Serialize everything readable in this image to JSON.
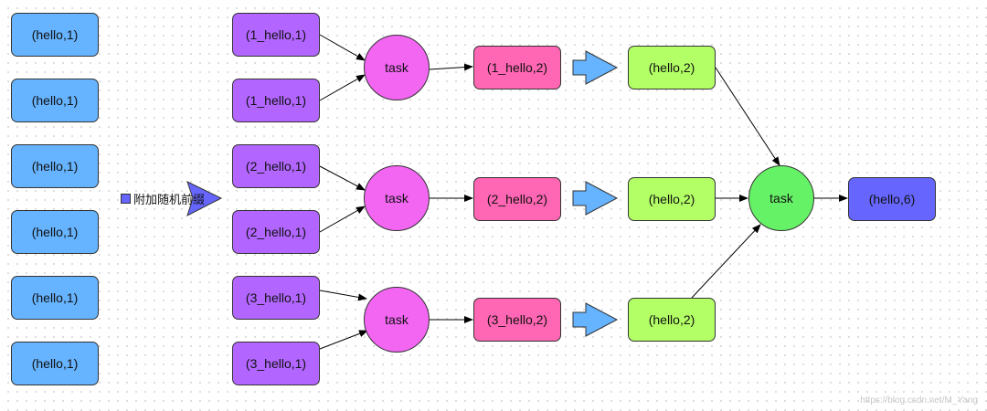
{
  "sources": [
    "(hello,1)",
    "(hello,1)",
    "(hello,1)",
    "(hello,1)",
    "(hello,1)",
    "(hello,1)"
  ],
  "prefix_label": "附加随机前缀",
  "prefixed": [
    "(1_hello,1)",
    "(1_hello,1)",
    "(2_hello,1)",
    "(2_hello,1)",
    "(3_hello,1)",
    "(3_hello,1)"
  ],
  "task_label": "task",
  "partial_results": [
    "(1_hello,2)",
    "(2_hello,2)",
    "(3_hello,2)"
  ],
  "group_results": [
    "(hello,2)",
    "(hello,2)",
    "(hello,2)"
  ],
  "final_task_label": "task",
  "final_result": "(hello,6)",
  "watermark": "https://blog.csdn.net/M_Yang",
  "colors": {
    "source": "#66b3ff",
    "prefixed": "#b266ff",
    "task": "#f266f2",
    "partial": "#ff66b3",
    "group": "#b3ff66",
    "final_task": "#66f266",
    "final": "#6666ff",
    "arrow_fill": "#66b3ff"
  }
}
